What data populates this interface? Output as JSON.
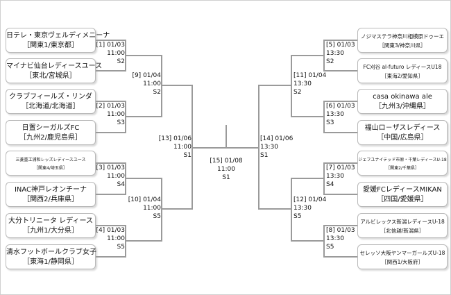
{
  "teams": {
    "t1": {
      "name": "日テレ・東京ヴェルディメニーナ",
      "region": "［関東1/東京都］"
    },
    "t2": {
      "name": "マイナビ仙台レディースユース",
      "region": "［東北/宮城県］"
    },
    "t3": {
      "name": "クラブフィールズ・リンダ",
      "region": "［北海道/北海道］"
    },
    "t4": {
      "name": "日置シーガルズFC",
      "region": "［九州2/鹿児島県］"
    },
    "t5": {
      "name": "三菱重工浦和レッズレディースユース",
      "region": "［関東4/埼玉県］"
    },
    "t6": {
      "name": "INAC神戸レオンチーナ",
      "region": "［関西2/兵庫県］"
    },
    "t7": {
      "name": "大分トリニータ レディース",
      "region": "［九州1/大分県］"
    },
    "t8": {
      "name": "清水フットボールクラブ女子",
      "region": "［東海1/静岡県］"
    },
    "t9": {
      "name": "ノジマステラ神奈川相模原ドゥーエ",
      "region": "［関東3/神奈川県］"
    },
    "t10": {
      "name": "FC刈谷 al-futuro レディースU18",
      "region": "［東海2/愛知県］"
    },
    "t11": {
      "name": "casa okinawa ale",
      "region": "［九州3/沖縄県］"
    },
    "t12": {
      "name": "福山ロ－ザスレディース",
      "region": "［中国/広島県］"
    },
    "t13": {
      "name": "ジェフユナイテッド市原・千葉レディースU-18",
      "region": "［関東2/千葉県］"
    },
    "t14": {
      "name": "愛媛FCレディースMIKAN",
      "region": "［四国/愛媛県］"
    },
    "t15": {
      "name": "アルビレックス新潟レディースU-18",
      "region": "［北信越/新潟県］"
    },
    "t16": {
      "name": "セレッソ大阪ヤンマーガールズU-18",
      "region": "［関西1/大阪府］"
    }
  },
  "matches": {
    "m1": {
      "no": "[1]",
      "date": "01/03",
      "time": "11:00",
      "venue": "S2"
    },
    "m2": {
      "no": "[2]",
      "date": "01/03",
      "time": "11:00",
      "venue": "S3"
    },
    "m3": {
      "no": "[3]",
      "date": "01/03",
      "time": "11:00",
      "venue": "S4"
    },
    "m4": {
      "no": "[4]",
      "date": "01/03",
      "time": "11:00",
      "venue": "S5"
    },
    "m5": {
      "no": "[5]",
      "date": "01/03",
      "time": "13:30",
      "venue": "S2"
    },
    "m6": {
      "no": "[6]",
      "date": "01/03",
      "time": "13:30",
      "venue": "S3"
    },
    "m7": {
      "no": "[7]",
      "date": "01/03",
      "time": "13:30",
      "venue": "S4"
    },
    "m8": {
      "no": "[8]",
      "date": "01/03",
      "time": "13:30",
      "venue": "S5"
    },
    "m9": {
      "no": "[9]",
      "date": "01/04",
      "time": "11:00",
      "venue": "S2"
    },
    "m10": {
      "no": "[10]",
      "date": "01/04",
      "time": "11:00",
      "venue": "S5"
    },
    "m11": {
      "no": "[11]",
      "date": "01/04",
      "time": "13:30",
      "venue": "S2"
    },
    "m12": {
      "no": "[12]",
      "date": "01/04",
      "time": "13:30",
      "venue": "S5"
    },
    "m13": {
      "no": "[13]",
      "date": "01/06",
      "time": "11:00",
      "venue": "S1"
    },
    "m14": {
      "no": "[14]",
      "date": "01/06",
      "time": "13:30",
      "venue": "S1"
    },
    "m15": {
      "no": "[15]",
      "date": "01/08",
      "time": "11:00",
      "venue": "S1"
    }
  }
}
